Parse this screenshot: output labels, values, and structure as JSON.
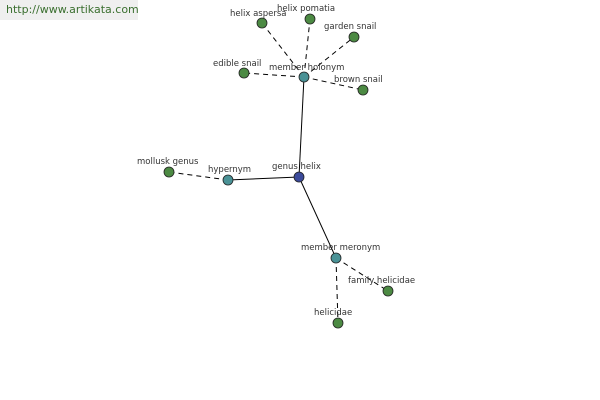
{
  "watermark": "http://www.artikata.com",
  "colors": {
    "root": "#3b4a9a",
    "relation": "#4a9296",
    "leaf": "#4c8a43",
    "edge": "#000000",
    "label": "#333333",
    "watermark_text": "#3a6f2f",
    "watermark_bg": "#efefef"
  },
  "nodes": [
    {
      "id": "genus-helix",
      "label": "genus helix",
      "kind": "root"
    },
    {
      "id": "member-holonym",
      "label": "member holonym",
      "kind": "relation"
    },
    {
      "id": "hypernym",
      "label": "hypernym",
      "kind": "relation"
    },
    {
      "id": "member-meronym",
      "label": "member meronym",
      "kind": "relation"
    },
    {
      "id": "helix-aspersa",
      "label": "helix aspersa",
      "kind": "leaf"
    },
    {
      "id": "helix-pomatia",
      "label": "helix pomatia",
      "kind": "leaf"
    },
    {
      "id": "garden-snail",
      "label": "garden snail",
      "kind": "leaf"
    },
    {
      "id": "edible-snail",
      "label": "edible snail",
      "kind": "leaf"
    },
    {
      "id": "brown-snail",
      "label": "brown snail",
      "kind": "leaf"
    },
    {
      "id": "mollusk-genus",
      "label": "mollusk genus",
      "kind": "leaf"
    },
    {
      "id": "family-helicidae",
      "label": "family helicidae",
      "kind": "leaf"
    },
    {
      "id": "helicidae",
      "label": "helicidae",
      "kind": "leaf"
    }
  ],
  "edges": [
    {
      "from": "genus-helix",
      "to": "member-holonym",
      "style": "solid"
    },
    {
      "from": "genus-helix",
      "to": "hypernym",
      "style": "solid"
    },
    {
      "from": "genus-helix",
      "to": "member-meronym",
      "style": "solid"
    },
    {
      "from": "member-holonym",
      "to": "helix-aspersa",
      "style": "dashed"
    },
    {
      "from": "member-holonym",
      "to": "helix-pomatia",
      "style": "dashed"
    },
    {
      "from": "member-holonym",
      "to": "garden-snail",
      "style": "dashed"
    },
    {
      "from": "member-holonym",
      "to": "edible-snail",
      "style": "dashed"
    },
    {
      "from": "member-holonym",
      "to": "brown-snail",
      "style": "dashed"
    },
    {
      "from": "hypernym",
      "to": "mollusk-genus",
      "style": "dashed"
    },
    {
      "from": "member-meronym",
      "to": "family-helicidae",
      "style": "dashed"
    },
    {
      "from": "member-meronym",
      "to": "helicidae",
      "style": "dashed"
    }
  ]
}
